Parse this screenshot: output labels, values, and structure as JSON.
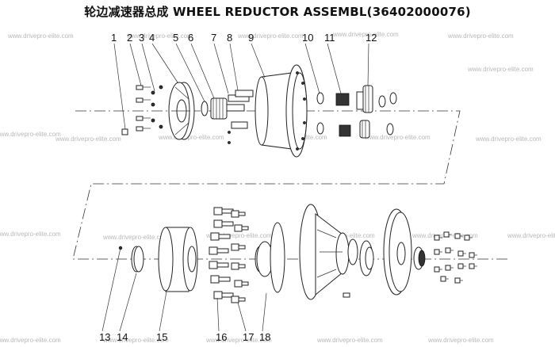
{
  "title": "轮边减速器总成 WHEEL REDUCTOR ASSEMBL(36402000076)",
  "watermark": "www.drivepro-elite.com",
  "callouts": [
    "1",
    "2",
    "3",
    "4",
    "5",
    "6",
    "7",
    "8",
    "9",
    "10",
    "11",
    "12",
    "13",
    "14",
    "15",
    "16",
    "17",
    "18"
  ]
}
